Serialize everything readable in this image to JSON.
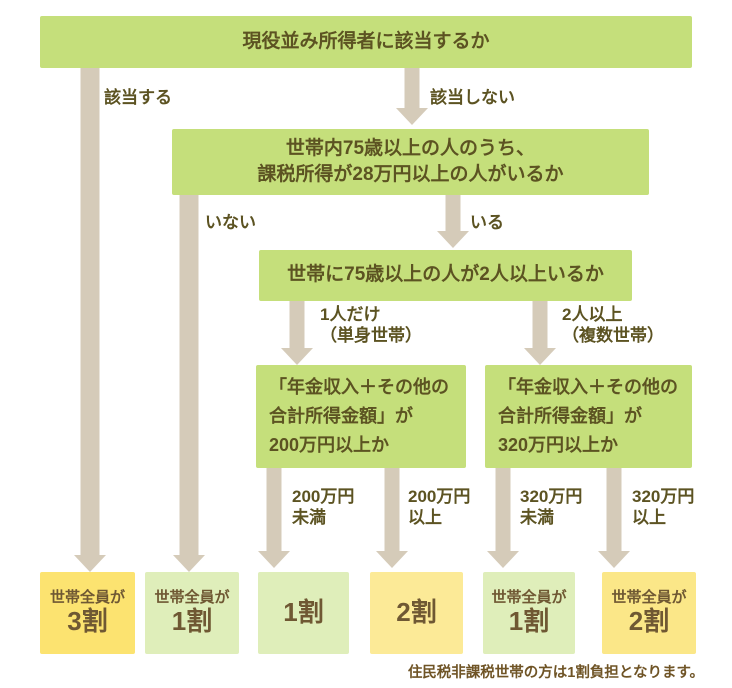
{
  "colors": {
    "decision_box_green": "#c5df7b",
    "result_light_green": "#dfeeba",
    "result_yellow_strong": "#fce370",
    "result_yellow_pale": "#fcea97",
    "arrow_beige": "#d5cbb9",
    "decision_text": "#5c5322",
    "result_text": "#6f5833"
  },
  "nodes": {
    "q1": {
      "text": "現役並み所得者に該当するか"
    },
    "q2": {
      "line1": "世帯内75歳以上の人のうち、",
      "line2": "課税所得が28万円以上の人がいるか"
    },
    "q3": {
      "text": "世帯に75歳以上の人が2人以上いるか"
    },
    "q4": {
      "line1": "「年金収入＋その他の",
      "line2": "合計所得金額」が",
      "line3": "200万円以上か"
    },
    "q5": {
      "line1": "「年金収入＋その他の",
      "line2": "合計所得金額」が",
      "line3": "320万円以上か"
    }
  },
  "edges": {
    "e1": {
      "label": "該当する"
    },
    "e2": {
      "label": "該当しない"
    },
    "e3": {
      "label": "いない"
    },
    "e4": {
      "label": "いる"
    },
    "e5": {
      "line1": "1人だけ",
      "line2": "（単身世帯）"
    },
    "e6": {
      "line1": "2人以上",
      "line2": "（複数世帯）"
    },
    "e7": {
      "line1": "200万円",
      "line2": "未満"
    },
    "e8": {
      "line1": "200万円",
      "line2": "以上"
    },
    "e9": {
      "line1": "320万円",
      "line2": "未満"
    },
    "e10": {
      "line1": "320万円",
      "line2": "以上"
    }
  },
  "results": {
    "r1": {
      "line1": "世帯全員が",
      "value": "3割"
    },
    "r2": {
      "line1": "世帯全員が",
      "value": "1割"
    },
    "r3": {
      "value": "1割"
    },
    "r4": {
      "value": "2割"
    },
    "r5": {
      "line1": "世帯全員が",
      "value": "1割"
    },
    "r6": {
      "line1": "世帯全員が",
      "value": "2割"
    }
  },
  "footnote": "住民税非課税世帯の方は1割負担となります。"
}
